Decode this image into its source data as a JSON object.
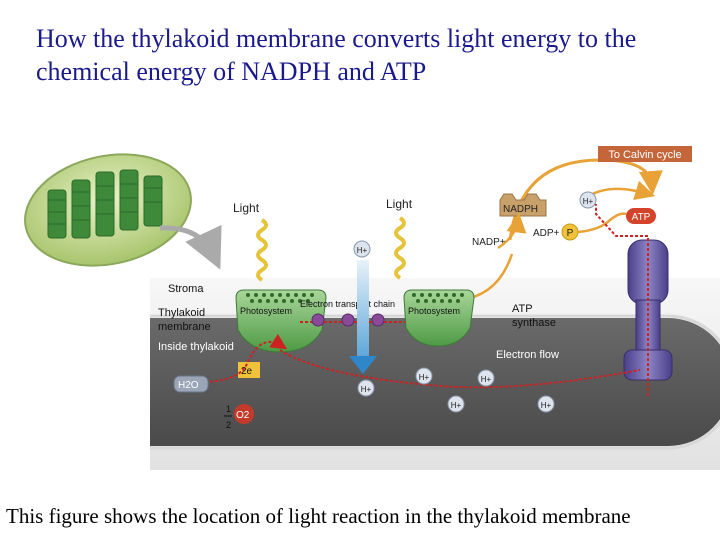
{
  "title": "How the thylakoid membrane converts light energy to the chemical energy of NADPH and ATP",
  "caption": "This figure shows the location of light reaction in the thylakoid membrane",
  "labels": {
    "to_calvin_cycle": "To Calvin cycle",
    "light_1": "Light",
    "light_2": "Light",
    "nadph": "NADPH",
    "nadp_plus": "NADP+",
    "adp_plus": "ADP+",
    "p": "P",
    "atp": "ATP",
    "stroma": "Stroma",
    "thylakoid_membrane": [
      "Thylakoid",
      "membrane"
    ],
    "photosystem_1": "Photosystem",
    "photosystem_2": "Photosystem",
    "electron_transport_chain": "Electron transport chain",
    "atp_synthase": [
      "ATP",
      "synthase"
    ],
    "inside_thylakoid": "Inside thylakoid",
    "electron_flow": "Electron flow",
    "two_e": "2e",
    "h2o": "H2O",
    "half": [
      "1",
      "2"
    ],
    "o2": "O2",
    "h_plus": "H+"
  },
  "colors": {
    "title": "#1a1a8c",
    "arrow_orange": "#e8a236",
    "electron_red": "#cc2222",
    "to_calvin_bg": "#c4663a",
    "atp_bg": "#d4442a",
    "membrane_green": "#7cb96c",
    "synthase_purple": "#6c62a8",
    "lumen_grey": "#5e5e5e"
  }
}
